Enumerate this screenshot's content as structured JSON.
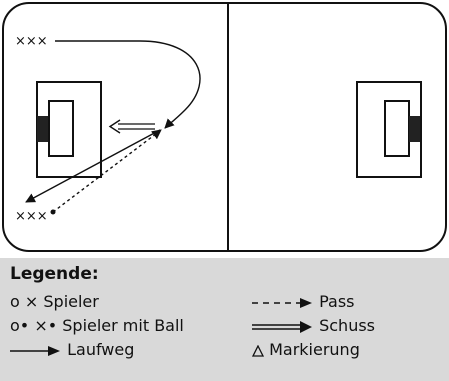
{
  "field": {
    "left_players": "×××",
    "left_players_bottom": "×××"
  },
  "legend": {
    "title": "Legende:",
    "items": [
      {
        "symbol": "o ×",
        "label": "Spieler"
      },
      {
        "symbol": "o• ×•",
        "label": "Spieler mit Ball"
      },
      {
        "symbol": "line-arrow",
        "label": "Laufweg"
      },
      {
        "symbol": "dashed-arrow",
        "label": "Pass"
      },
      {
        "symbol": "double-arrow",
        "label": "Schuss"
      },
      {
        "symbol": "triangle",
        "label": "Markierung"
      }
    ]
  },
  "colors": {
    "line": "#111111",
    "goal": "#222222",
    "legend_bg": "#d9d9d9"
  }
}
